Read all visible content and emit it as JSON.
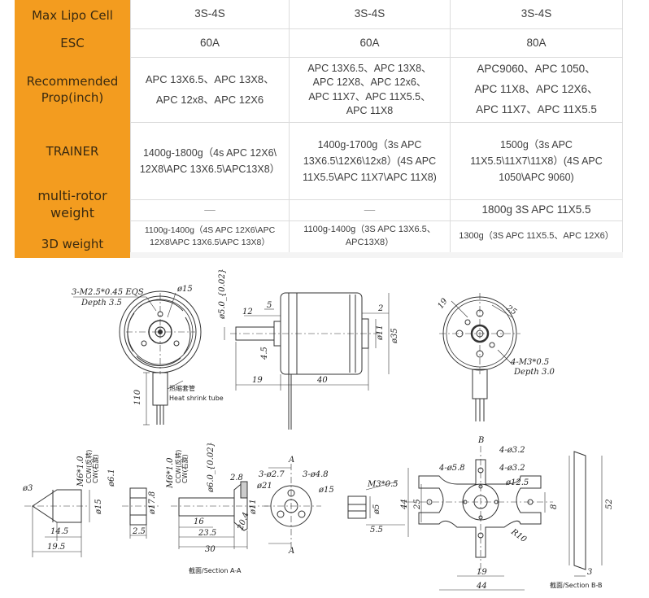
{
  "table": {
    "rows": [
      {
        "label": "Max Lipo Cell",
        "cells": [
          "3S-4S",
          "3S-4S",
          "3S-4S"
        ]
      },
      {
        "label": "ESC",
        "cells": [
          "60A",
          "60A",
          "80A"
        ]
      },
      {
        "label": "Recommended\nProp(inch)",
        "cells": [
          "APC 13X6.5、APC 13X8、\nAPC 12x8、APC 12X6",
          "APC 13X6.5、APC 13X8、\nAPC 12X8、APC 12x6、\nAPC 11X7、APC 11X5.5、\nAPC 11X8",
          "APC9060、APC 1050、\nAPC 11X8、APC 12X6、\nAPC 11X7、APC 11X5.5"
        ]
      },
      {
        "label": "TRAINER",
        "cells": [
          "1400g-1800g（4s APC 12X6\\\n12X8\\APC 13X6.5\\APC13X8）",
          "1400g-1700g（3s APC\n13X6.5\\12X6\\12x8）(4S APC\n11X5.5\\APC 11X7\\APC 11X8)",
          "1500g（3s APC\n11X5.5\\11X7\\11X8）(4S APC\n1050\\APC 9060)"
        ]
      },
      {
        "label": "multi-rotor\nweight",
        "cells": [
          "—",
          "—",
          "1800g 3S APC 11X5.5"
        ]
      },
      {
        "label": "3D weight",
        "cells": [
          "1100g-1400g（4S APC 12X6\\APC\n12X8\\APC 13X6.5\\APC 13X8）",
          "1100g-1400g（3S APC 13X6.5、\nAPC13X8）",
          "1300g（3S APC 11X5.5、APC 12X6）"
        ]
      }
    ]
  },
  "drawing": {
    "labels": {
      "screws": "3-M2.5*0.45  EQS",
      "depth1": "Depth  3.5",
      "d15a": "ø15",
      "shrink_cn": "热缩套管",
      "shrink_en": "Heat shrink tube",
      "lead": "110",
      "d5": "ø5.0_{0.02}",
      "n12": "12",
      "n5": "5",
      "n45": "4.5",
      "n2": "2",
      "d11": "ø11",
      "d35": "ø35",
      "n19": "19",
      "n40": "40",
      "n25": "25",
      "n19b": "19",
      "m3": "4-M3*0.5",
      "depth3": "Depth  3.0",
      "d3": "ø3",
      "m6a": "M6*1.0",
      "ccw_a": "CCW(反转)",
      "cw_a": "CW(右旋)",
      "d15b": "ø15",
      "n145": "14.5",
      "n195": "19.5",
      "d61": "ø6.1",
      "d178": "ø17.8",
      "n25b": "2.5",
      "m6b": "M6*1.0",
      "ccw_b": "CCW(反转)",
      "cw_b": "CW(右旋)",
      "d6": "ø6.0_{0.02}",
      "n28": "2.8",
      "n16": "16",
      "n235": "23.5",
      "n30": "30",
      "d11b": "ø11",
      "n204": "20.4",
      "A": "A",
      "s27": "3-ø2.7",
      "s48": "3-ø4.8",
      "d21": "ø21",
      "d15c": "ø15",
      "secA": "截面/Section A-A",
      "m3b": "M3*0.5",
      "d5b": "ø5",
      "n55": "5.5",
      "B": "B",
      "s32": "4-ø3.2",
      "s58": "4-ø5.8",
      "s32b": "4-ø3.2",
      "d125": "ø12.5",
      "d25": "25",
      "d44": "44",
      "r10": "R10",
      "n8": "8",
      "n19c": "19",
      "n44b": "44",
      "n52": "52",
      "n3": "3",
      "secB": "截面/Section B-B"
    }
  }
}
